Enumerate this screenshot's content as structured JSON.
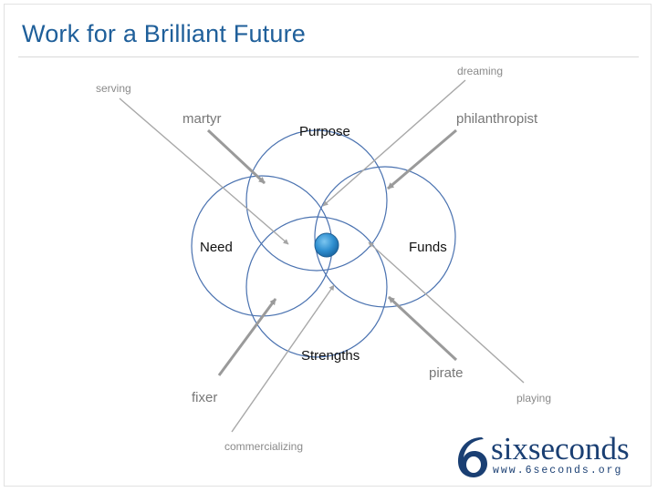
{
  "title": "Work for a Brilliant Future",
  "circles": {
    "purpose": "Purpose",
    "need": "Need",
    "funds": "Funds",
    "strengths": "Strengths"
  },
  "roles": {
    "martyr": "martyr",
    "philanthropist": "philanthropist",
    "fixer": "fixer",
    "pirate": "pirate"
  },
  "modes": {
    "serving": "serving",
    "dreaming": "dreaming",
    "commercializing": "commercializing",
    "playing": "playing"
  },
  "logo": {
    "name": "sixseconds",
    "url": "www.6seconds.org"
  },
  "colors": {
    "title": "#1f5f9a",
    "circle_stroke": "#4a72b0",
    "center_dot": "#2f8fd0",
    "arrow": "#a8a8a8",
    "logo": "#1a3f73"
  }
}
